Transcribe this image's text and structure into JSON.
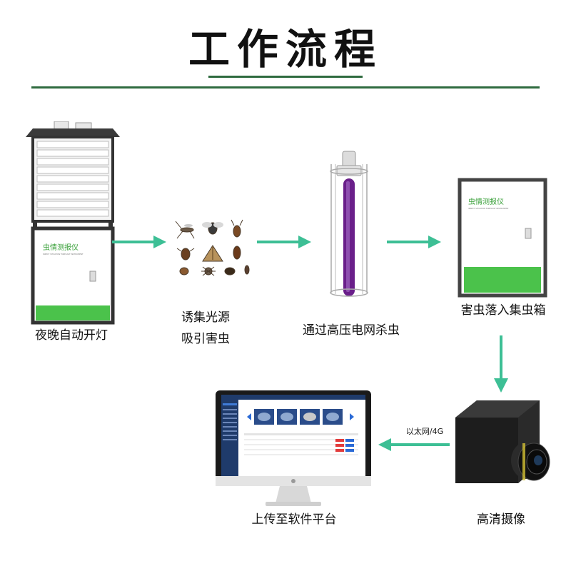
{
  "page": {
    "title": "工作流程"
  },
  "steps": [
    {
      "label_lines": [
        "夜晚自动开灯"
      ]
    },
    {
      "label_lines": [
        "诱集光源",
        "吸引害虫"
      ]
    },
    {
      "label_lines": [
        "通过高压电网杀虫"
      ]
    },
    {
      "label_lines": [
        "害虫落入集虫箱"
      ]
    },
    {
      "label_lines": [
        "高清摄像"
      ]
    },
    {
      "label_lines": [
        "上传至软件平台"
      ]
    }
  ],
  "device": {
    "brand_cn": "虫情测报仪",
    "brand_en": "INSECT SITUATION FORECAST INSTRUMENT"
  },
  "connection": {
    "label": "以太网/4G"
  },
  "colors": {
    "accent_green": "#2f6b3f",
    "arrow_teal": "#3dbf95",
    "device_green": "#4bc24b"
  },
  "icons": [
    "arrow-right-icon",
    "arrow-down-icon",
    "arrow-left-icon",
    "insects-image",
    "uv-lamp-image",
    "camera-image",
    "monitor-image"
  ]
}
